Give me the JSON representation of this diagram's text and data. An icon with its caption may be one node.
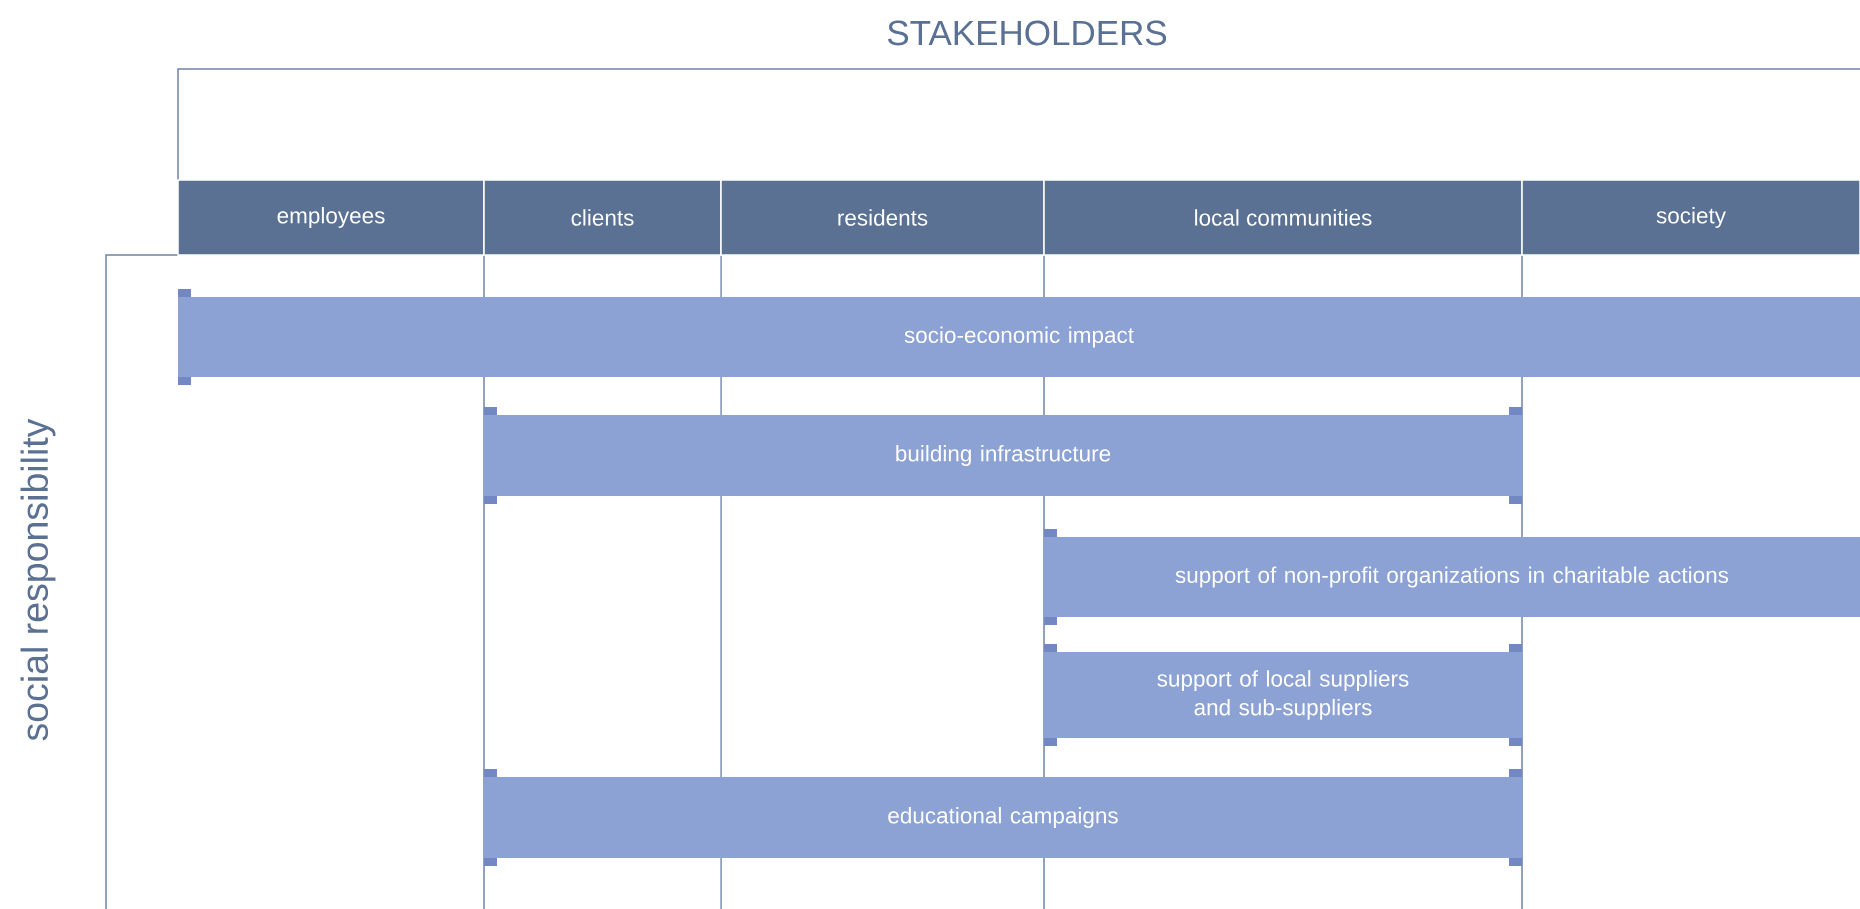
{
  "diagram": {
    "title": "STAKEHOLDERS",
    "nodes": [
      {
        "text": [
          "employees"
        ]
      },
      {
        "text": [
          "clients"
        ]
      },
      {
        "text": [
          "residents"
        ]
      },
      {
        "text": [
          "local communities"
        ]
      },
      {
        "text": [
          "society"
        ]
      },
      {
        "text": [
          "socio-economic impact"
        ]
      },
      {
        "text": [
          "building infrastructure"
        ]
      },
      {
        "text": [
          "support of non-profit organizations in charitable actions"
        ]
      },
      {
        "text": [
          "support of local suppliers and sub-suppliers"
        ]
      },
      {
        "text": [
          "educational campaigns"
        ]
      }
    ],
    "labels": [
      "social responsibility"
    ]
  }
}
